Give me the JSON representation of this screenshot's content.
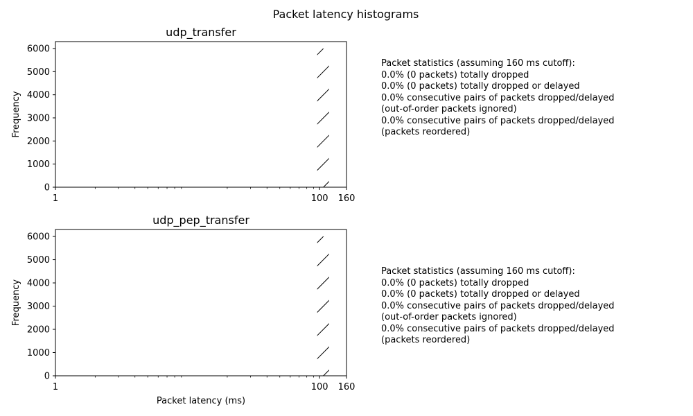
{
  "figure": {
    "suptitle": "Packet latency histograms"
  },
  "chart_data": [
    {
      "type": "bar",
      "title": "udp_transfer",
      "xlabel": "",
      "ylabel": "Frequency",
      "xscale": "log",
      "xlim": [
        1,
        160
      ],
      "ylim": [
        0,
        6300
      ],
      "xticks": [
        1,
        100,
        160
      ],
      "yticks": [
        0,
        1000,
        2000,
        3000,
        4000,
        5000,
        6000
      ],
      "hatch": "diagonal",
      "bins": [
        {
          "x0": 96,
          "x1": 118,
          "value": 6000
        }
      ],
      "stats": [
        "Packet statistics (assuming 160 ms cutoff):",
        "0.0% (0 packets) totally dropped",
        "0.0% (0 packets) totally dropped or delayed",
        "0.0% consecutive pairs of packets dropped/delayed",
        "(out-of-order packets ignored)",
        "0.0% consecutive pairs of packets dropped/delayed",
        "(packets reordered)"
      ]
    },
    {
      "type": "bar",
      "title": "udp_pep_transfer",
      "xlabel": "Packet latency (ms)",
      "ylabel": "Frequency",
      "xscale": "log",
      "xlim": [
        1,
        160
      ],
      "ylim": [
        0,
        6300
      ],
      "xticks": [
        1,
        100,
        160
      ],
      "yticks": [
        0,
        1000,
        2000,
        3000,
        4000,
        5000,
        6000
      ],
      "hatch": "diagonal",
      "bins": [
        {
          "x0": 96,
          "x1": 118,
          "value": 6000
        }
      ],
      "stats": [
        "Packet statistics (assuming 160 ms cutoff):",
        "0.0% (0 packets) totally dropped",
        "0.0% (0 packets) totally dropped or delayed",
        "0.0% consecutive pairs of packets dropped/delayed",
        "(out-of-order packets ignored)",
        "0.0% consecutive pairs of packets dropped/delayed",
        "(packets reordered)"
      ]
    }
  ]
}
